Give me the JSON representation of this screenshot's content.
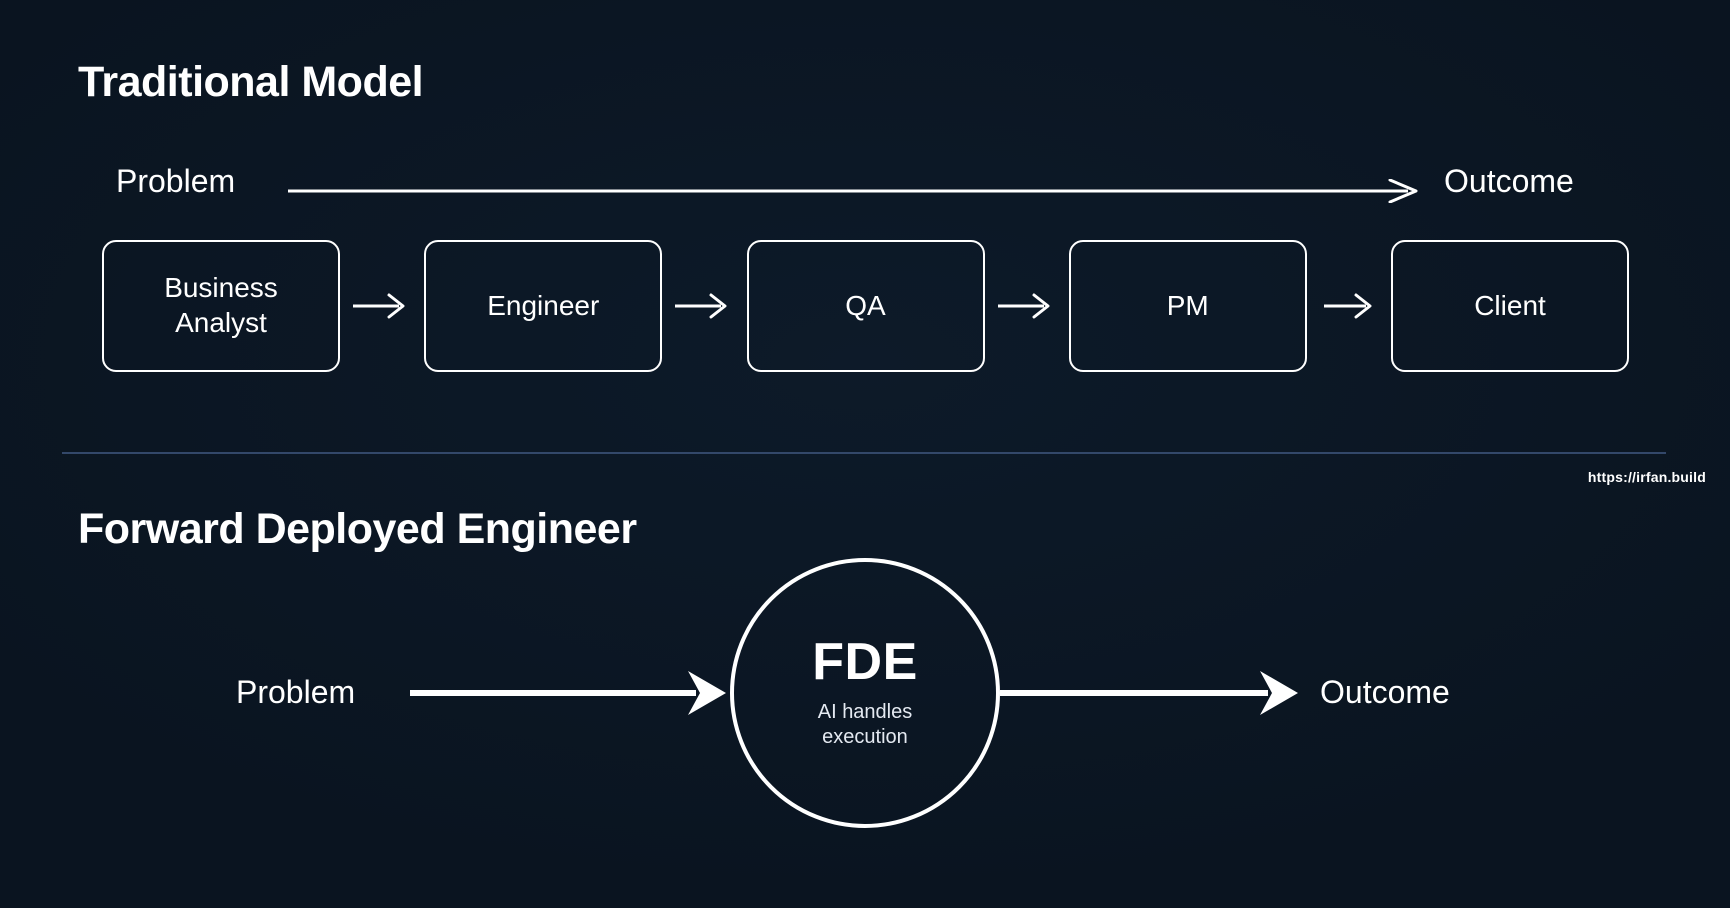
{
  "theme": {
    "background": "#0b1623",
    "foreground": "#ffffff",
    "divider": "#33486a",
    "muted_text": "#e4e9f1"
  },
  "traditional": {
    "title": "Traditional Model",
    "input_label": "Problem",
    "output_label": "Outcome",
    "steps": [
      {
        "label": "Business\nAnalyst"
      },
      {
        "label": "Engineer"
      },
      {
        "label": "QA"
      },
      {
        "label": "PM"
      },
      {
        "label": "Client"
      }
    ],
    "connector_icon": "arrow-right-icon"
  },
  "fde": {
    "title": "Forward Deployed Engineer",
    "input_label": "Problem",
    "output_label": "Outcome",
    "node": {
      "title": "FDE",
      "subtitle": "AI handles\nexecution"
    },
    "connector_icon": "arrow-right-icon"
  },
  "watermark": {
    "text": "https://irfan.build"
  }
}
